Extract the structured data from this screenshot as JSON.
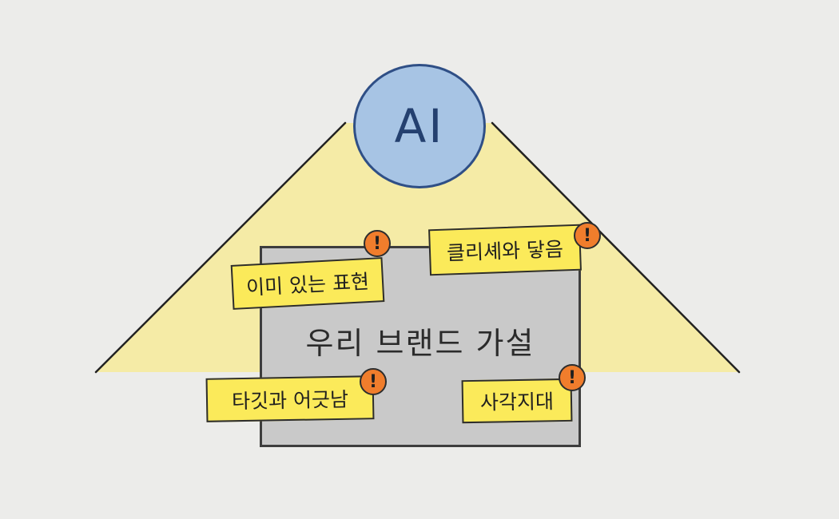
{
  "ai_badge": {
    "label": "AI"
  },
  "hypothesis_box": {
    "title": "우리 브랜드 가설"
  },
  "issue_tags": {
    "existing": {
      "label": "이미 있는 표현",
      "alert": "!"
    },
    "cliche": {
      "label": "클리셰와 닿음",
      "alert": "!"
    },
    "mismatch": {
      "label": "타깃과 어긋남",
      "alert": "!"
    },
    "blindspot": {
      "label": "사각지대",
      "alert": "!"
    }
  },
  "colors": {
    "background": "#ececea",
    "light_beam": "#f5eba6",
    "ai_circle_fill": "#a7c4e4",
    "ai_circle_stroke": "#2f4f86",
    "box_fill": "#c9c9c9",
    "tag_fill": "#fbea5a",
    "alert_fill": "#f07d2c"
  }
}
